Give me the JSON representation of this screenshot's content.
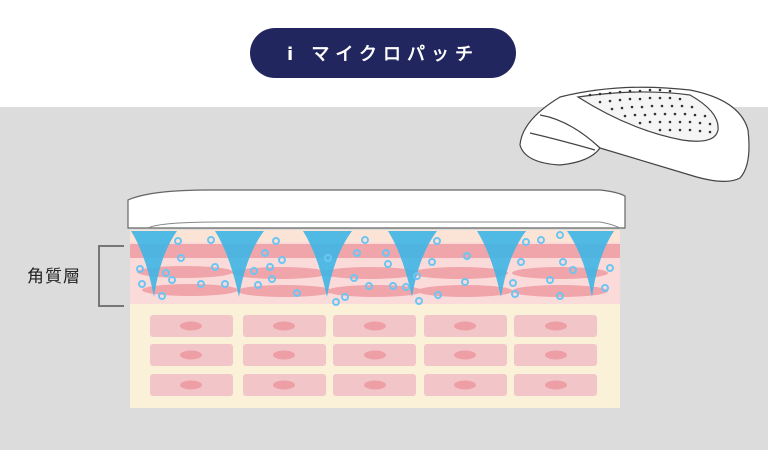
{
  "title": {
    "label": "i マイクロパッチ",
    "bg_color": "#22265e",
    "text_color": "#ffffff"
  },
  "diagram": {
    "layer_label": "角質層",
    "background_color": "#dcdcdc",
    "patch_color": "#ffffff",
    "needle_color": "#3fb6e6",
    "stratum_corneum_color": "#fbdada",
    "stripe_color": "#f0a5ab",
    "dermis_color": "#fbf1d8",
    "cell_color": "#f2c6c8",
    "nucleus_color": "#ee9ea5",
    "needles_count": 6,
    "cell_rows": 3,
    "cell_columns": 5
  },
  "icons": {
    "patch_illustration": "microneedle-patch-icon"
  }
}
